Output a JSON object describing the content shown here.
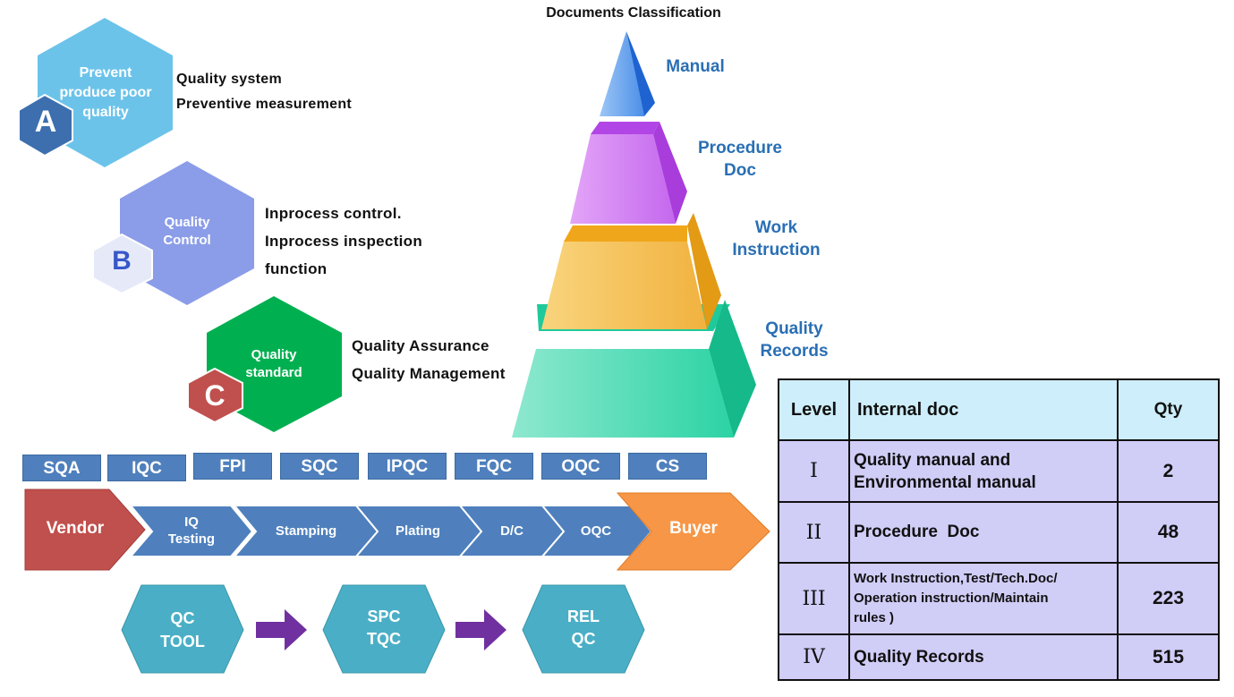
{
  "diagram_title": "Documents Classification",
  "hexagons": [
    {
      "letter": "A",
      "label": "Prevent\nproduce poor\nquality",
      "desc": [
        "Quality system",
        "Preventive measurement"
      ]
    },
    {
      "letter": "B",
      "label": "Quality\nControl",
      "desc": [
        "Inprocess control.",
        "Inprocess inspection",
        "function"
      ]
    },
    {
      "letter": "C",
      "label": "Quality\nstandard",
      "desc": [
        "Quality Assurance",
        "Quality Management"
      ]
    }
  ],
  "pyramid": [
    {
      "label": "Manual"
    },
    {
      "label": "Procedure\nDoc"
    },
    {
      "label": "Work\nInstruction"
    },
    {
      "label": "Quality\nRecords"
    }
  ],
  "tags": [
    "SQA",
    "IQC",
    "FPI",
    "SQC",
    "IPQC",
    "FQC",
    "OQC",
    "CS"
  ],
  "flow": {
    "start": "Vendor",
    "steps": [
      "IQ\nTesting",
      "Stamping",
      "Plating",
      "D/C",
      "OQC"
    ],
    "end": "Buyer"
  },
  "tools": [
    "QC\nTOOL",
    "SPC\nTQC",
    "REL\nQC"
  ],
  "table": {
    "headers": [
      "Level",
      "Internal doc",
      "Qty"
    ],
    "rows": [
      {
        "level": "I",
        "doc": "Quality manual and\nEnvironmental manual",
        "qty": "2"
      },
      {
        "level": "II",
        "doc": "Procedure  Doc",
        "qty": "48"
      },
      {
        "level": "III",
        "doc": "Work Instruction,Test/Tech.Doc/\nOperation instruction/Maintain\nrules )",
        "qty": "223"
      },
      {
        "level": "IV",
        "doc": "Quality Records",
        "qty": "515"
      }
    ]
  },
  "colors": {
    "hex_a": "#6cc3ea",
    "hex_a_small": "#3d6faf",
    "hex_b": "#8b9de8",
    "hex_b_small": "#e6eaf8",
    "hex_c": "#00b050",
    "hex_c_small": "#c0504d",
    "tag": "#4f80bd",
    "vendor": "#c0504d",
    "buyer": "#f79646",
    "tool_hex": "#4aafc6",
    "arrow": "#7030a0",
    "table_header": "#cdeefa",
    "table_body": "#d0cdf7"
  }
}
